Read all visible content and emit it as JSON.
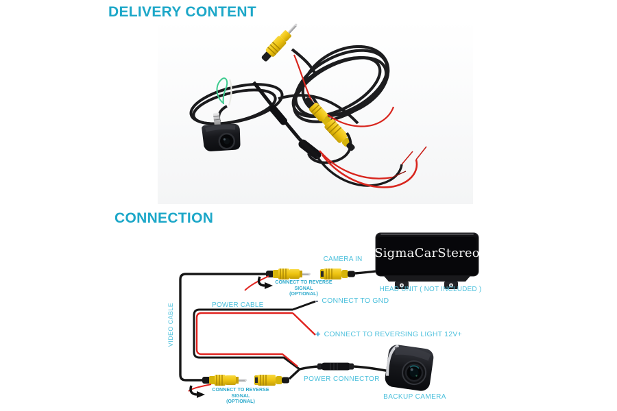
{
  "colors": {
    "heading_teal": "#1ca7c8",
    "label_teal": "#4cc0dc",
    "bold_label_teal": "#2ba9cb",
    "wire_red": "#e0231f",
    "wire_black": "#161616",
    "rca_yellow": "#f2c713",
    "minus_sign_dark": "#1d2742",
    "plus_sign_blue": "#2d9fd2"
  },
  "sections": {
    "delivery": {
      "heading": "DELIVERY CONTENT"
    },
    "connection": {
      "heading": "CONNECTION"
    }
  },
  "photo": {
    "depicts": [
      "video-rca-cable-coil",
      "rca-extension-joint",
      "power-lead-wires",
      "backup-camera-with-pigtails"
    ]
  },
  "diagram": {
    "camera_in_label": "CAMERA IN",
    "head_unit_screen_text": "SigmaCarStereo",
    "head_unit_label": "HEAD UNIT ( NOT INCLUDED )",
    "reverse_signal_top": {
      "line1": "CONNECT TO REVERSE SIGNAL",
      "line2": "(OPTIONAL)"
    },
    "reverse_signal_bottom": {
      "line1": "CONNECT TO REVERSE SIGNAL",
      "line2": "(OPTIONAL)"
    },
    "power_cable_label": "POWER CABLE",
    "video_cable_label": "VIDEO CABLE",
    "gnd": {
      "sign": "-",
      "label": "CONNECT TO GND"
    },
    "reversing_light": {
      "sign": "+",
      "label": "CONNECT TO REVERSING LIGHT 12V+"
    },
    "power_connector_label": "POWER CONNECTOR",
    "backup_camera_label": "BACKUP CAMERA"
  }
}
